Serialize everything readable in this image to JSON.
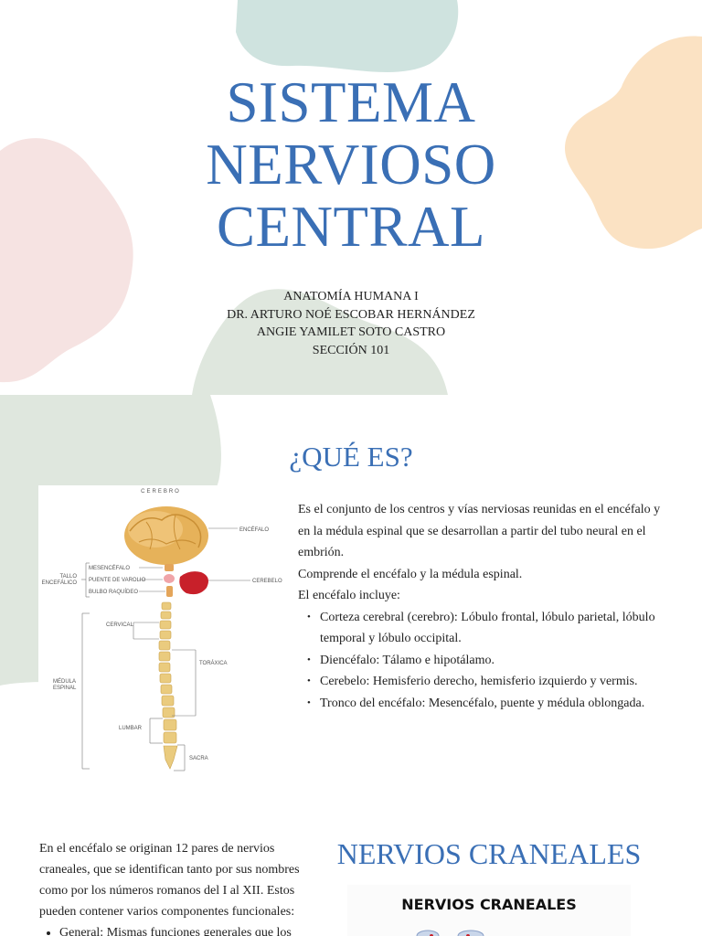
{
  "slide1": {
    "title_lines": [
      "SISTEMA",
      "NERVIOSO",
      "CENTRAL"
    ],
    "credits": [
      "ANATOMÍA HUMANA I",
      "DR. ARTURO NOÉ ESCOBAR HERNÁNDEZ",
      "ANGIE YAMILET SOTO CASTRO",
      "SECCIÓN 101"
    ],
    "colors": {
      "title": "#3a6fb5",
      "blob_teal": "#cfe3df",
      "blob_pink": "#f6e3e2",
      "blob_peach": "#fbe2c3",
      "blob_green": "#dfe7de"
    }
  },
  "slide2": {
    "heading": "¿QUÉ ES?",
    "diagram": {
      "title": "CEREBRO",
      "labels": {
        "encefalo": "ENCÉFALO",
        "tallo": [
          "TALLO",
          "ENCEFÁLICO"
        ],
        "mesencefalo": "MESENCÉFALO",
        "puente": "PUENTE DE VAROLIO",
        "bulbo": "BULBO RAQUÍDEO",
        "cerebelo": "CEREBELO",
        "cervical": "CERVICAL",
        "toraxica": "TORÁXICA",
        "medula": [
          "MÉDULA",
          "ESPINAL"
        ],
        "lumbar": "LUMBAR",
        "sacra": "SACRA"
      }
    },
    "paragraphs": [
      "Es el conjunto de los centros y vías nerviosas reunidas en el encéfalo y en la médula espinal que se desarrollan a partir del tubo neural en el embrión.",
      "Comprende el encéfalo y la médula espinal.",
      "El encéfalo incluye:"
    ],
    "bullets": [
      "Corteza cerebral (cerebro): Lóbulo frontal, lóbulo parietal, lóbulo temporal y lóbulo occipital.",
      "Diencéfalo: Tálamo e hipotálamo.",
      "Cerebelo: Hemisferio derecho, hemisferio izquierdo y vermis.",
      "Tronco del encéfalo: Mesencéfalo, puente y médula oblongada."
    ]
  },
  "slide3": {
    "paragraph": "En el encéfalo se originan 12 pares de nervios craneales, que se identifican tanto por sus nombres como por los números romanos del I al XII.  Estos pueden contener varios componentes funcionales:",
    "bullet_partial": "General: Mismas funciones generales que los",
    "heading": "NERVIOS CRANEALES",
    "image_title": "NERVIOS CRANEALES"
  }
}
